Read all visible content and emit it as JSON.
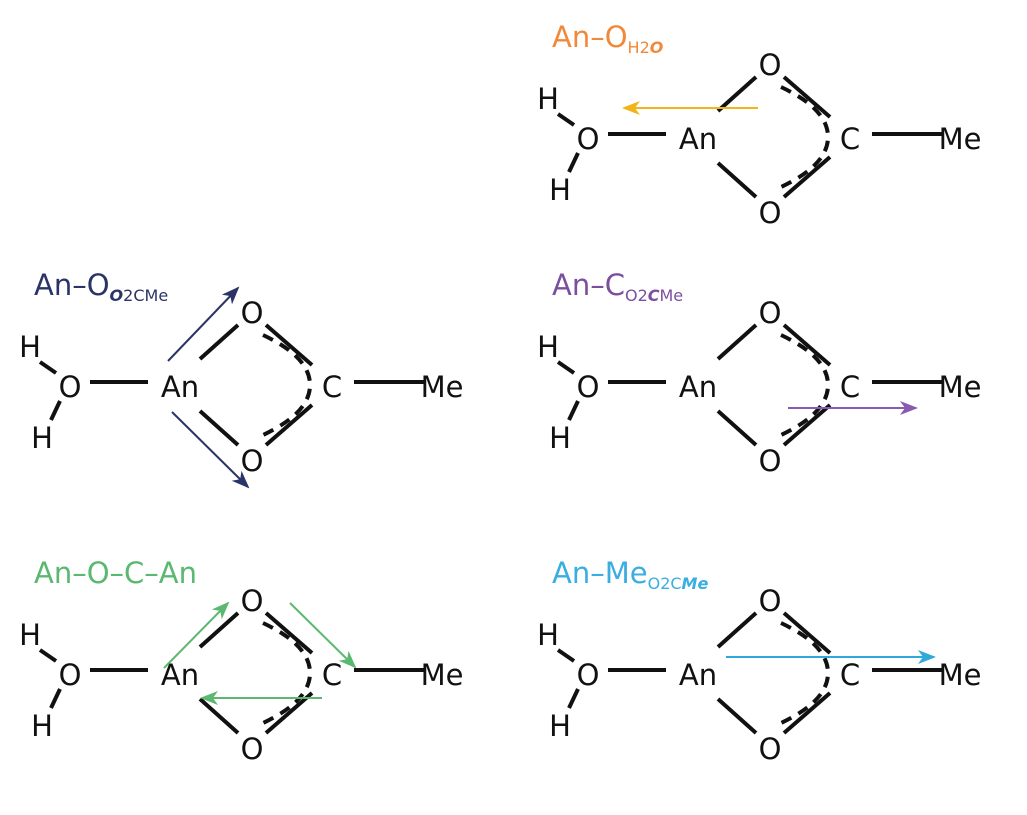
{
  "figure": {
    "panels": [
      {
        "id": "an-o-h2o",
        "title": {
          "main": "An–O",
          "sub_parts": [
            {
              "text": "H2",
              "bold": false
            },
            {
              "text": "O",
              "bold": true
            }
          ]
        },
        "color": "#f0893a",
        "arrow_color": "#f2b418",
        "atoms": {
          "h_top": "H",
          "h_bottom": "H",
          "o_water": "O",
          "an": "An",
          "o_top": "O",
          "o_bottom": "O",
          "c": "C",
          "me": "Me"
        },
        "arrows": [
          {
            "from": "carboxylate-center",
            "to": "water-O",
            "description": "leftward arrow from ring center toward water oxygen"
          }
        ]
      },
      {
        "id": "an-o-o2cme",
        "title": {
          "main": "An–O",
          "sub_parts": [
            {
              "text": "O",
              "bold": true
            },
            {
              "text": "2CMe",
              "bold": false
            }
          ]
        },
        "color": "#2b3467",
        "arrow_color": "#2b3467",
        "atoms": {
          "h_top": "H",
          "h_bottom": "H",
          "o_water": "O",
          "an": "An",
          "o_top": "O",
          "o_bottom": "O",
          "c": "C",
          "me": "Me"
        },
        "arrows": [
          {
            "from": "An",
            "to": "O-top"
          },
          {
            "from": "An",
            "to": "O-bottom"
          }
        ]
      },
      {
        "id": "an-c-o2cme",
        "title": {
          "main": "An–C",
          "sub_parts": [
            {
              "text": "O2",
              "bold": false
            },
            {
              "text": "C",
              "bold": true
            },
            {
              "text": "Me",
              "bold": false
            }
          ]
        },
        "color": "#7b4fa0",
        "arrow_color": "#8a5ab0",
        "atoms": {
          "h_top": "H",
          "h_bottom": "H",
          "o_water": "O",
          "an": "An",
          "o_top": "O",
          "o_bottom": "O",
          "c": "C",
          "me": "Me"
        },
        "arrows": [
          {
            "from": "ring-center",
            "to": "right-of-C",
            "description": "rightward arrow below C"
          }
        ]
      },
      {
        "id": "an-o-c-an",
        "title": {
          "main": "An–O–C–An",
          "sub_parts": []
        },
        "color": "#5bb870",
        "arrow_color": "#5bb870",
        "atoms": {
          "h_top": "H",
          "h_bottom": "H",
          "o_water": "O",
          "an": "An",
          "o_top": "O",
          "o_bottom": "O",
          "c": "C",
          "me": "Me"
        },
        "arrows": [
          {
            "from": "An",
            "to": "O-top"
          },
          {
            "from": "O-top",
            "to": "C"
          },
          {
            "from": "C",
            "to": "An"
          }
        ]
      },
      {
        "id": "an-me-o2cme",
        "title": {
          "main": "An–Me",
          "sub_parts": [
            {
              "text": "O2C",
              "bold": false
            },
            {
              "text": "Me",
              "bold": true
            }
          ]
        },
        "color": "#3aaee0",
        "arrow_color": "#2fa9dc",
        "atoms": {
          "h_top": "H",
          "h_bottom": "H",
          "o_water": "O",
          "an": "An",
          "o_top": "O",
          "o_bottom": "O",
          "c": "C",
          "me": "Me"
        },
        "arrows": [
          {
            "from": "An",
            "to": "Me",
            "description": "long rightward arrow from An to Me"
          }
        ]
      }
    ]
  }
}
